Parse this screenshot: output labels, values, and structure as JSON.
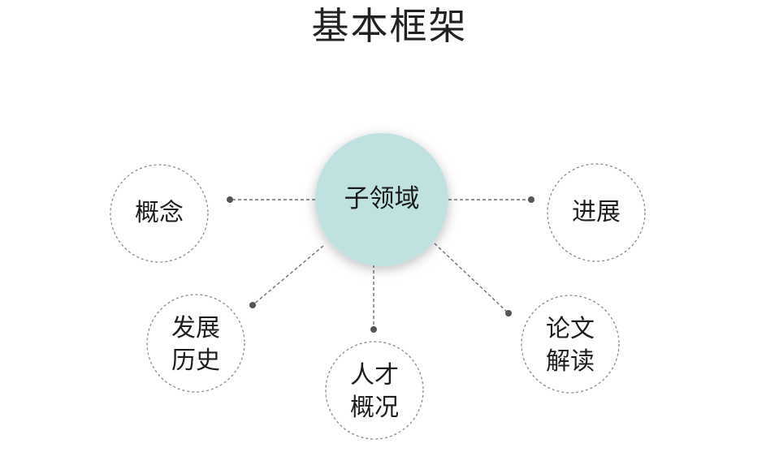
{
  "title": "基本框架",
  "center": {
    "label": "子领域",
    "color": "#bfe2e1"
  },
  "nodes": [
    {
      "id": "concept",
      "label": "概念"
    },
    {
      "id": "progress",
      "label": "进展"
    },
    {
      "id": "history",
      "label": "发展\n历史"
    },
    {
      "id": "talent",
      "label": "人才\n概况"
    },
    {
      "id": "papers",
      "label": "论文\n解读"
    }
  ],
  "colors": {
    "circle_stroke": "#8a8a8a",
    "connector": "#6f6f6f",
    "dot": "#555555",
    "text": "#1e1e1e"
  }
}
